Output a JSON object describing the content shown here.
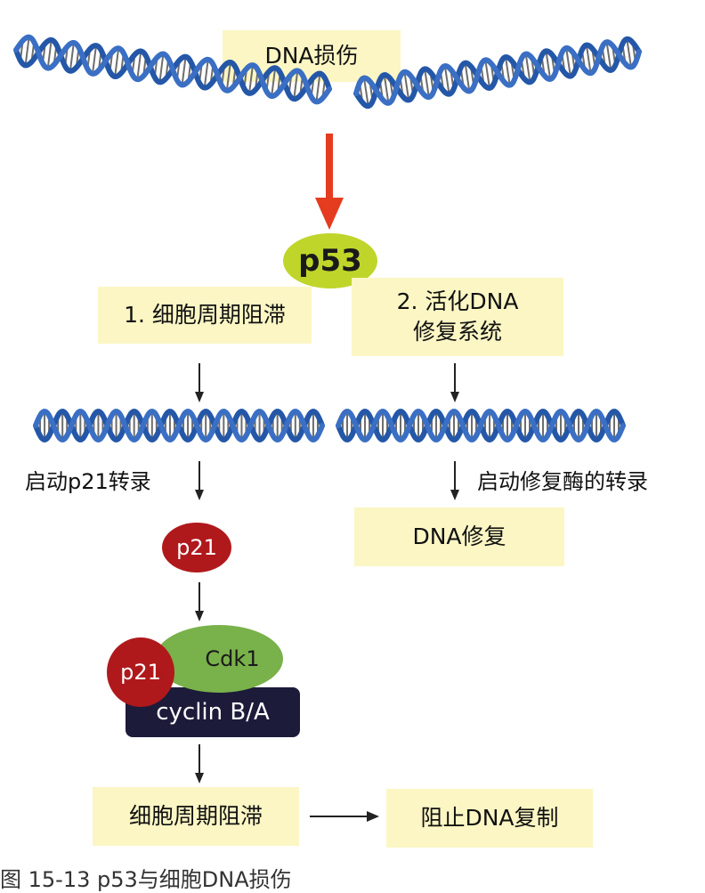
{
  "title_box": "DNA损伤",
  "p53_label": "p53",
  "branch1": {
    "box": "1. 细胞周期阻滞",
    "side_label": "启动p21转录"
  },
  "branch2": {
    "box_line1": "2. 活化DNA",
    "box_line2": "修复系统",
    "side_label": "启动修复酶的转录",
    "result_box": "DNA修复"
  },
  "p21_label": "p21",
  "complex": {
    "p21_label": "p21",
    "cdk_label": "Cdk1",
    "cyclin_label": "cyclin B/A"
  },
  "bottom_box_left": "细胞周期阻滞",
  "bottom_box_right": "阻止DNA复制",
  "caption": "图 15-13  p53与细胞DNA损伤",
  "colors": {
    "box_fill": "#fbf6c4",
    "dna_blue": "#2457a8",
    "dna_rung": "#6d6d6d",
    "p53_green": "#bfd52a",
    "p21_red": "#b0191c",
    "cdk_green": "#79b14a",
    "cyclin_navy": "#1c1b3a",
    "main_arrow": "#e53b1f"
  }
}
